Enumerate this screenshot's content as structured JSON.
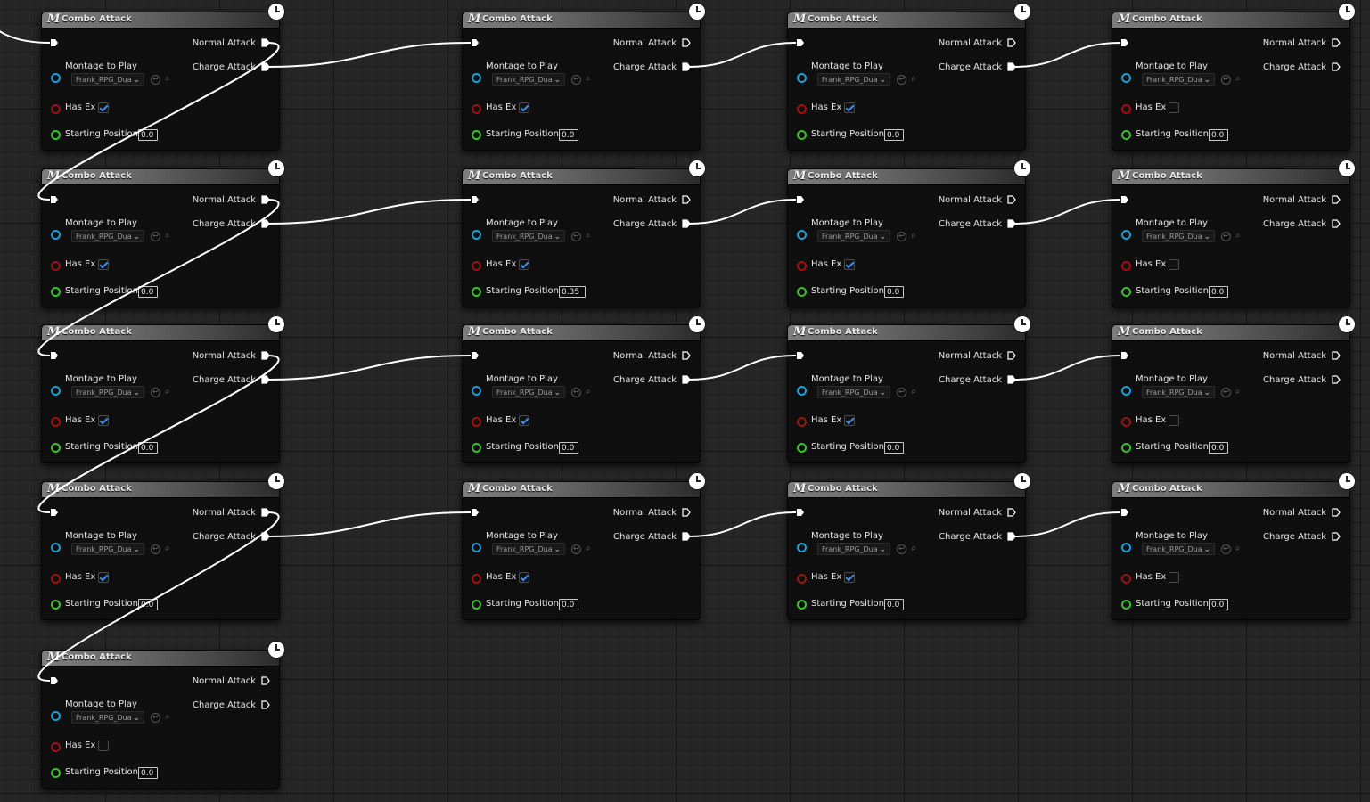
{
  "graph": {
    "node_type_icon": "M",
    "nodes": [
      {
        "title": "Combo Attack",
        "normal_attack_label": "Normal Attack",
        "charge_attack_label": "Charge Attack",
        "montage_label": "Montage to Play",
        "montage_value": "Frank_RPG_Dua",
        "has_ex_label": "Has Ex",
        "has_ex": true,
        "starting_position_label": "Starting Position",
        "starting_position": "0.0",
        "normal_connected": true,
        "charge_connected": true
      },
      {
        "title": "Combo Attack",
        "normal_attack_label": "Normal Attack",
        "charge_attack_label": "Charge Attack",
        "montage_label": "Montage to Play",
        "montage_value": "Frank_RPG_Dua",
        "has_ex_label": "Has Ex",
        "has_ex": true,
        "starting_position_label": "Starting Position",
        "starting_position": "0.0",
        "normal_connected": false,
        "charge_connected": true
      },
      {
        "title": "Combo Attack",
        "normal_attack_label": "Normal Attack",
        "charge_attack_label": "Charge Attack",
        "montage_label": "Montage to Play",
        "montage_value": "Frank_RPG_Dua",
        "has_ex_label": "Has Ex",
        "has_ex": true,
        "starting_position_label": "Starting Position",
        "starting_position": "0.0",
        "normal_connected": false,
        "charge_connected": true
      },
      {
        "title": "Combo Attack",
        "normal_attack_label": "Normal Attack",
        "charge_attack_label": "Charge Attack",
        "montage_label": "Montage to Play",
        "montage_value": "Frank_RPG_Dua",
        "has_ex_label": "Has Ex",
        "has_ex": false,
        "starting_position_label": "Starting Position",
        "starting_position": "0.0",
        "normal_connected": false,
        "charge_connected": false
      },
      {
        "title": "Combo Attack",
        "normal_attack_label": "Normal Attack",
        "charge_attack_label": "Charge Attack",
        "montage_label": "Montage to Play",
        "montage_value": "Frank_RPG_Dua",
        "has_ex_label": "Has Ex",
        "has_ex": true,
        "starting_position_label": "Starting Position",
        "starting_position": "0.0",
        "normal_connected": true,
        "charge_connected": true
      },
      {
        "title": "Combo Attack",
        "normal_attack_label": "Normal Attack",
        "charge_attack_label": "Charge Attack",
        "montage_label": "Montage to Play",
        "montage_value": "Frank_RPG_Dua",
        "has_ex_label": "Has Ex",
        "has_ex": true,
        "starting_position_label": "Starting Position",
        "starting_position": "0.35",
        "normal_connected": false,
        "charge_connected": true
      },
      {
        "title": "Combo Attack",
        "normal_attack_label": "Normal Attack",
        "charge_attack_label": "Charge Attack",
        "montage_label": "Montage to Play",
        "montage_value": "Frank_RPG_Dua",
        "has_ex_label": "Has Ex",
        "has_ex": true,
        "starting_position_label": "Starting Position",
        "starting_position": "0.0",
        "normal_connected": false,
        "charge_connected": true
      },
      {
        "title": "Combo Attack",
        "normal_attack_label": "Normal Attack",
        "charge_attack_label": "Charge Attack",
        "montage_label": "Montage to Play",
        "montage_value": "Frank_RPG_Dua",
        "has_ex_label": "Has Ex",
        "has_ex": false,
        "starting_position_label": "Starting Position",
        "starting_position": "0.0",
        "normal_connected": false,
        "charge_connected": false
      },
      {
        "title": "Combo Attack",
        "normal_attack_label": "Normal Attack",
        "charge_attack_label": "Charge Attack",
        "montage_label": "Montage to Play",
        "montage_value": "Frank_RPG_Dua",
        "has_ex_label": "Has Ex",
        "has_ex": true,
        "starting_position_label": "Starting Position",
        "starting_position": "0.0",
        "normal_connected": true,
        "charge_connected": true
      },
      {
        "title": "Combo Attack",
        "normal_attack_label": "Normal Attack",
        "charge_attack_label": "Charge Attack",
        "montage_label": "Montage to Play",
        "montage_value": "Frank_RPG_Dua",
        "has_ex_label": "Has Ex",
        "has_ex": true,
        "starting_position_label": "Starting Position",
        "starting_position": "0.0",
        "normal_connected": false,
        "charge_connected": true
      },
      {
        "title": "Combo Attack",
        "normal_attack_label": "Normal Attack",
        "charge_attack_label": "Charge Attack",
        "montage_label": "Montage to Play",
        "montage_value": "Frank_RPG_Dua",
        "has_ex_label": "Has Ex",
        "has_ex": true,
        "starting_position_label": "Starting Position",
        "starting_position": "0.0",
        "normal_connected": false,
        "charge_connected": true
      },
      {
        "title": "Combo Attack",
        "normal_attack_label": "Normal Attack",
        "charge_attack_label": "Charge Attack",
        "montage_label": "Montage to Play",
        "montage_value": "Frank_RPG_Dua",
        "has_ex_label": "Has Ex",
        "has_ex": false,
        "starting_position_label": "Starting Position",
        "starting_position": "0.0",
        "normal_connected": false,
        "charge_connected": false
      },
      {
        "title": "Combo Attack",
        "normal_attack_label": "Normal Attack",
        "charge_attack_label": "Charge Attack",
        "montage_label": "Montage to Play",
        "montage_value": "Frank_RPG_Dua",
        "has_ex_label": "Has Ex",
        "has_ex": true,
        "starting_position_label": "Starting Position",
        "starting_position": "0.0",
        "normal_connected": true,
        "charge_connected": true
      },
      {
        "title": "Combo Attack",
        "normal_attack_label": "Normal Attack",
        "charge_attack_label": "Charge Attack",
        "montage_label": "Montage to Play",
        "montage_value": "Frank_RPG_Dua",
        "has_ex_label": "Has Ex",
        "has_ex": true,
        "starting_position_label": "Starting Position",
        "starting_position": "0.0",
        "normal_connected": false,
        "charge_connected": true
      },
      {
        "title": "Combo Attack",
        "normal_attack_label": "Normal Attack",
        "charge_attack_label": "Charge Attack",
        "montage_label": "Montage to Play",
        "montage_value": "Frank_RPG_Dua",
        "has_ex_label": "Has Ex",
        "has_ex": true,
        "starting_position_label": "Starting Position",
        "starting_position": "0.0",
        "normal_connected": false,
        "charge_connected": true
      },
      {
        "title": "Combo Attack",
        "normal_attack_label": "Normal Attack",
        "charge_attack_label": "Charge Attack",
        "montage_label": "Montage to Play",
        "montage_value": "Frank_RPG_Dua",
        "has_ex_label": "Has Ex",
        "has_ex": false,
        "starting_position_label": "Starting Position",
        "starting_position": "0.0",
        "normal_connected": false,
        "charge_connected": false
      },
      {
        "title": "Combo Attack",
        "normal_attack_label": "Normal Attack",
        "charge_attack_label": "Charge Attack",
        "montage_label": "Montage to Play",
        "montage_value": "Frank_RPG_Dua",
        "has_ex_label": "Has Ex",
        "has_ex": false,
        "starting_position_label": "Starting Position",
        "starting_position": "0.0",
        "normal_connected": false,
        "charge_connected": false
      }
    ],
    "colors": {
      "wire": "#ffffff",
      "exec_pin": "#ffffff",
      "montage_pin": "#1a9fd6",
      "bool_pin": "#a01010",
      "float_pin": "#3bbf2f",
      "checkbox_check": "#3c8df0"
    }
  }
}
